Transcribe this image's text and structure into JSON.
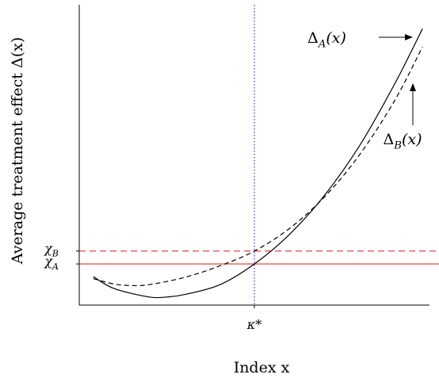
{
  "chart_data": {
    "type": "line",
    "xlabel": "Index x",
    "ylabel": "Average treatment effect Δ(x)",
    "xlim": [
      0,
      10
    ],
    "ylim": [
      0,
      10
    ],
    "grid": false,
    "x_ticks": [
      {
        "value": 5.0,
        "label": "κ*"
      }
    ],
    "y_ticks": [
      {
        "value": 1.8,
        "label": "χ_B"
      },
      {
        "value": 1.37,
        "label": "χ_A"
      }
    ],
    "series": [
      {
        "name": "Δ_A(x)",
        "style": "solid",
        "color": "#000000",
        "x": [
          0.4,
          1.0,
          2.0,
          2.5,
          3.0,
          4.0,
          5.0,
          6.0,
          7.0,
          8.0,
          9.0,
          9.8
        ],
        "y": [
          0.95,
          0.55,
          0.27,
          0.27,
          0.35,
          0.67,
          1.37,
          2.35,
          3.65,
          5.3,
          7.35,
          9.2
        ]
      },
      {
        "name": "Δ_B(x)",
        "style": "dashed",
        "color": "#000000",
        "x": [
          0.4,
          1.0,
          1.5,
          2.0,
          3.0,
          4.0,
          5.0,
          6.0,
          7.0,
          8.0,
          9.0,
          9.8
        ],
        "y": [
          0.88,
          0.7,
          0.65,
          0.68,
          0.92,
          1.3,
          1.8,
          2.55,
          3.6,
          5.0,
          6.8,
          8.6
        ]
      }
    ],
    "hlines": [
      {
        "y": 1.8,
        "label": "χ_B",
        "style": "dashed",
        "color": "#e03030"
      },
      {
        "y": 1.37,
        "label": "χ_A",
        "style": "solid",
        "color": "#e03030"
      }
    ],
    "vlines": [
      {
        "x": 5.0,
        "label": "κ*",
        "style": "dotted",
        "color": "#2020c0"
      }
    ],
    "annotations": [
      {
        "text": "Δ_A(x)",
        "series": "Δ_A(x)",
        "arrow": "right"
      },
      {
        "text": "Δ_B(x)",
        "series": "Δ_B(x)",
        "arrow": "up"
      }
    ]
  }
}
